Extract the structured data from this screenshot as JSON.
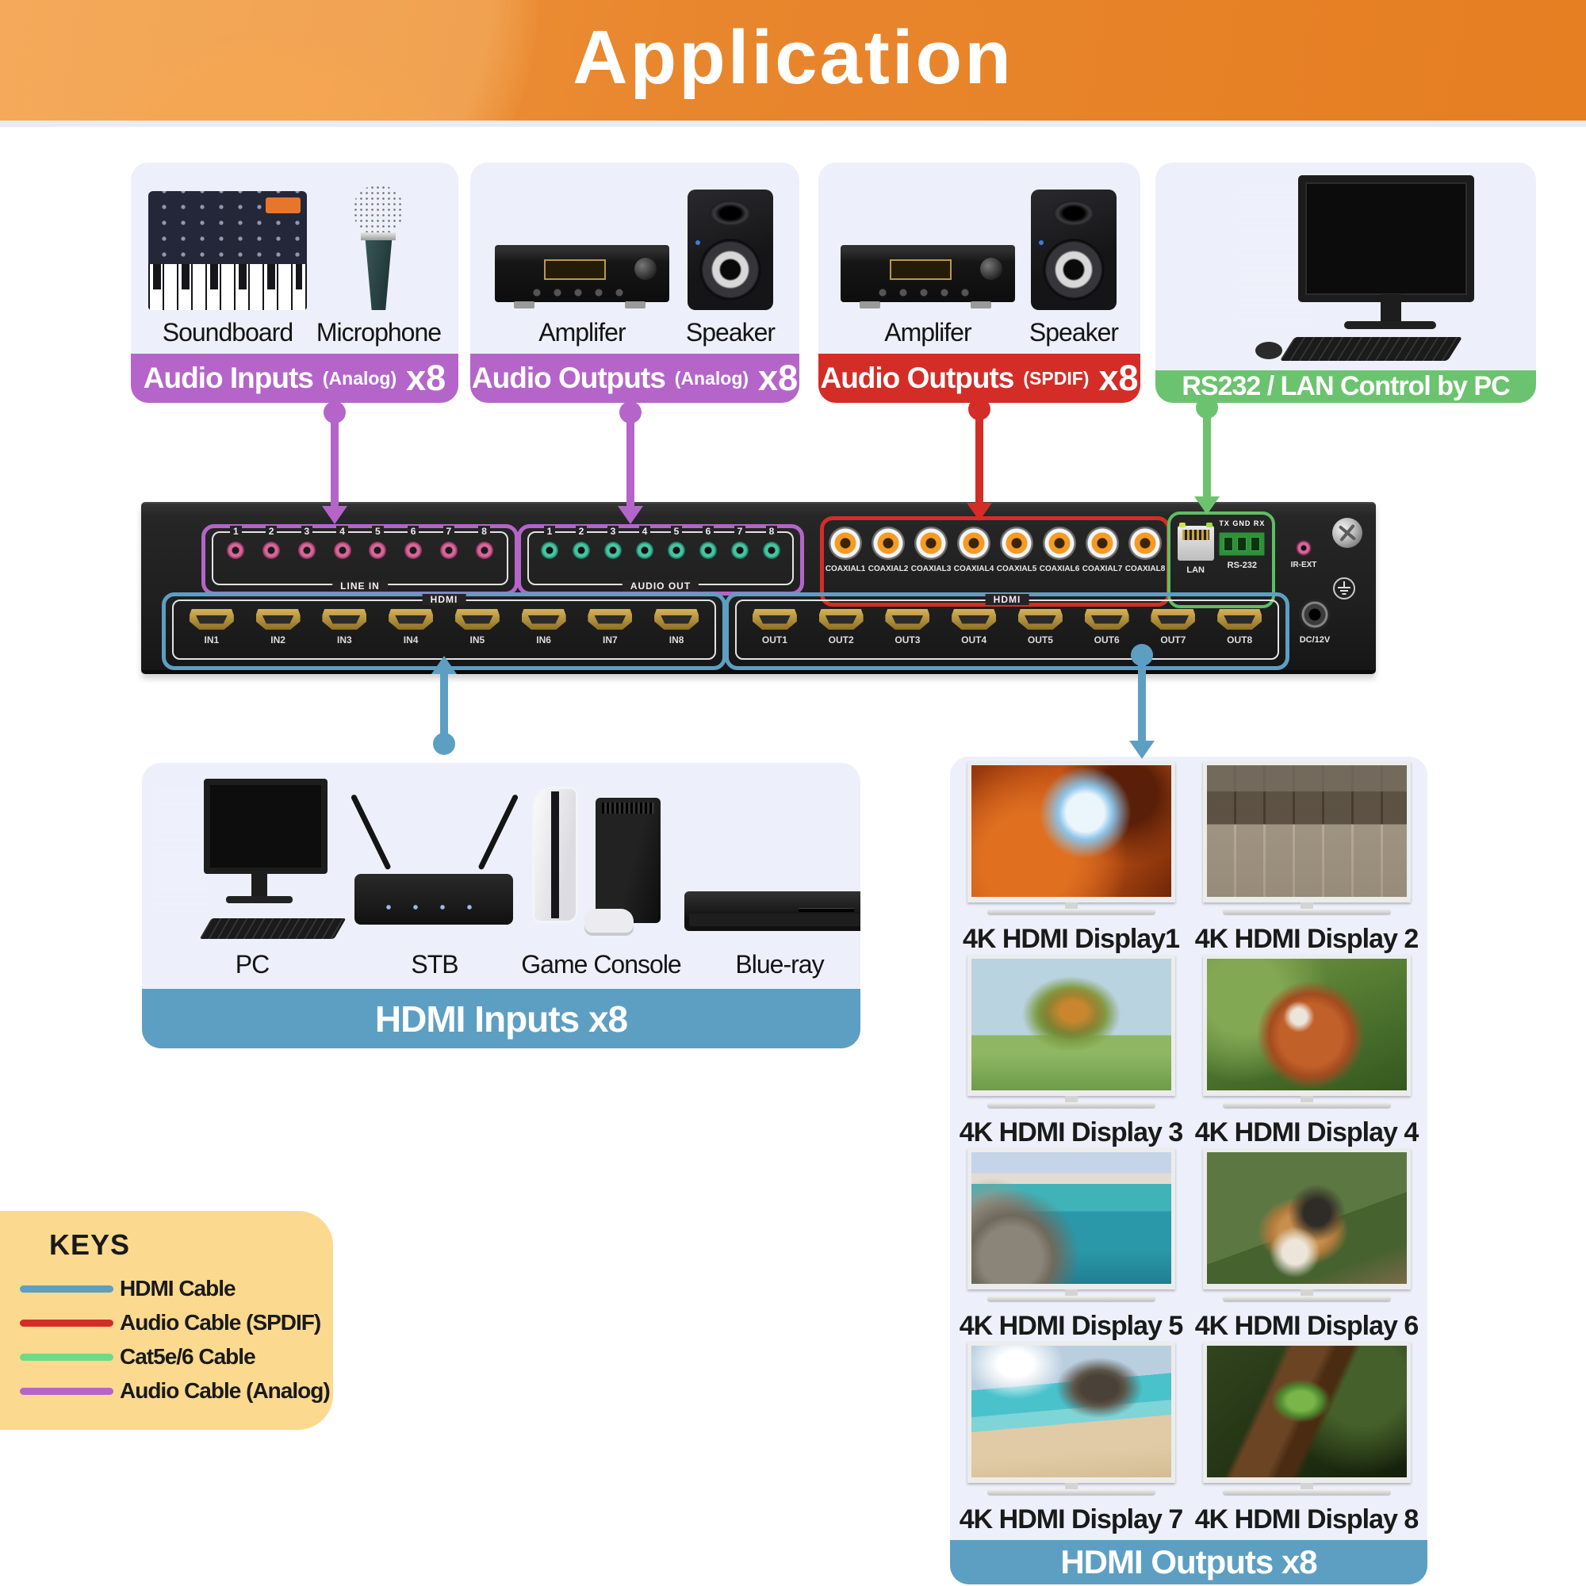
{
  "header": {
    "title": "Application"
  },
  "top_boxes": [
    {
      "devices": [
        "Soundboard",
        "Microphone"
      ],
      "label_main": "Audio Inputs",
      "label_sub": "(Analog)",
      "label_mult": "x8",
      "color": "#b565c9"
    },
    {
      "devices": [
        "Amplifer",
        "Speaker"
      ],
      "label_main": "Audio Outputs",
      "label_sub": "(Analog)",
      "label_mult": "x8",
      "color": "#b565c9"
    },
    {
      "devices": [
        "Amplifer",
        "Speaker"
      ],
      "label_main": "Audio Outputs",
      "label_sub": "(SPDIF)",
      "label_mult": "x8",
      "color": "#d42d27"
    },
    {
      "devices": [],
      "label_main": "RS232 / LAN Control by PC",
      "color": "#6cc36f"
    }
  ],
  "device": {
    "line_in": {
      "label": "LINE IN",
      "ports": [
        "1",
        "2",
        "3",
        "4",
        "5",
        "6",
        "7",
        "8"
      ]
    },
    "audio_out": {
      "label": "AUDIO OUT",
      "ports": [
        "1",
        "2",
        "3",
        "4",
        "5",
        "6",
        "7",
        "8"
      ]
    },
    "coaxial": {
      "ports": [
        "COAXIAL1",
        "COAXIAL2",
        "COAXIAL3",
        "COAXIAL4",
        "COAXIAL5",
        "COAXIAL6",
        "COAXIAL7",
        "COAXIAL8"
      ]
    },
    "lan_label": "LAN",
    "rs232_label": "RS-232",
    "rs232_pins": "TX GND RX",
    "ir_label": "IR-EXT",
    "dc_label": "DC/12V",
    "hdmi_in": {
      "group_label": "HDMI",
      "ports": [
        "IN1",
        "IN2",
        "IN3",
        "IN4",
        "IN5",
        "IN6",
        "IN7",
        "IN8"
      ]
    },
    "hdmi_out": {
      "group_label": "HDMI",
      "ports": [
        "OUT1",
        "OUT2",
        "OUT3",
        "OUT4",
        "OUT5",
        "OUT6",
        "OUT7",
        "OUT8"
      ]
    }
  },
  "inputs_box": {
    "devices": [
      "PC",
      "STB",
      "Game Console",
      "Blue-ray"
    ],
    "label": "HDMI Inputs x8"
  },
  "outputs_box": {
    "displays": [
      "4K HDMI Display1",
      "4K HDMI Display 2",
      "4K HDMI Display 3",
      "4K HDMI Display 4",
      "4K HDMI Display 5",
      "4K HDMI Display 6",
      "4K HDMI Display 7",
      "4K HDMI Display 8"
    ],
    "label": "HDMI Outputs x8"
  },
  "keys": {
    "title": "KEYS",
    "items": [
      {
        "label": "HDMI Cable",
        "color": "#5d9fc2"
      },
      {
        "label": "Audio Cable (SPDIF)",
        "color": "#d42d27"
      },
      {
        "label": "Cat5e/6 Cable",
        "color": "#6fd98a"
      },
      {
        "label": "Audio Cable (Analog)",
        "color": "#b565c9"
      }
    ]
  },
  "colors": {
    "accent_orange": "#e8862d",
    "purple": "#b565c9",
    "red": "#d42d27",
    "green": "#6cc36f",
    "blue": "#5d9fc2",
    "panel": "#232323"
  }
}
